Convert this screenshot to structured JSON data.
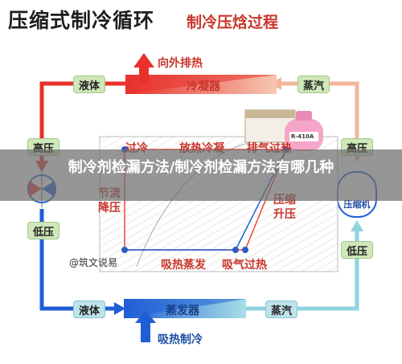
{
  "title": {
    "main": "压缩式制冷循环",
    "sub": "制冷压焓过程"
  },
  "top": {
    "out_heat": "向外排热",
    "condenser": "冷凝器",
    "left_pipe": "液体",
    "right_pipe": "蒸汽"
  },
  "bottom": {
    "evaporator": "蒸发器",
    "left_pipe": "液体",
    "right_pipe": "蒸汽",
    "absorb": "吸热制冷"
  },
  "left": {
    "high": "高压",
    "low": "低压"
  },
  "right": {
    "high": "高压",
    "low": "低压",
    "compressor": "压缩机"
  },
  "chart_labels": {
    "subcool": "过冷",
    "heat_reject": "放热冷凝",
    "superheat_out": "排气过热",
    "throttle": "节流\n降压",
    "compress": "压缩\n升压",
    "evaporate": "吸热蒸发",
    "suction_superheat": "吸气过热"
  },
  "cylinder_label": "R-410A",
  "watermark": "@筑文说易",
  "overlay": "制冷剂检漏方法/制冷剂检漏方法有哪几种",
  "colors": {
    "red": "#e8322b",
    "blue": "#1f5fd6",
    "light_red": "#f3b79d",
    "light_blue": "#a9dfe6"
  }
}
